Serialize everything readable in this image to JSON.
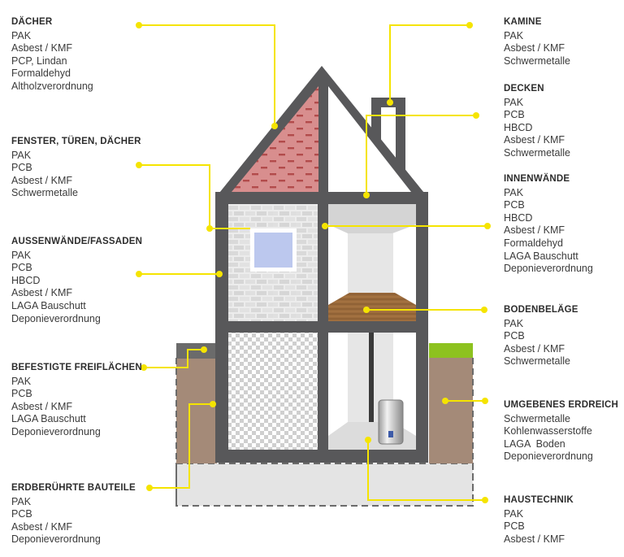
{
  "colors": {
    "connector": "#f5e400",
    "frame": "#58585a",
    "roof_tiles": "#d88e8e",
    "roof_stripe": "#b24b4b",
    "soil": "#a48a78",
    "grass": "#8dc21f",
    "floor_wood": "#9b6b3c",
    "window": "#bcc8ee",
    "brick": "#e8e8e8",
    "foundation": "#e4e4e4"
  },
  "groups": [
    {
      "key": "daecher",
      "title": "DÄCHER",
      "items": [
        "PAK",
        "Asbest / KMF",
        "PCP, Lindan",
        "Formaldehyd",
        "Altholzverordnung"
      ]
    },
    {
      "key": "fenster",
      "title": "FENSTER, TÜREN, DÄCHER",
      "items": [
        "PAK",
        "PCB",
        "Asbest / KMF",
        "Schwermetalle"
      ]
    },
    {
      "key": "aussenwaende",
      "title": "AUSSENWÄNDE/FASSADEN",
      "items": [
        "PAK",
        "PCB",
        "HBCD",
        "Asbest / KMF",
        "LAGA Bauschutt",
        "Deponieverordnung"
      ]
    },
    {
      "key": "freiflaechen",
      "title": "BEFESTIGTE FREIFLÄCHEN",
      "items": [
        "PAK",
        "PCB",
        "Asbest / KMF",
        "LAGA Bauschutt",
        "Deponieverordnung"
      ]
    },
    {
      "key": "erdberuehrt",
      "title": "ERDBERÜHRTE BAUTEILE",
      "items": [
        "PAK",
        "PCB",
        "Asbest / KMF",
        "Deponieverordnung"
      ]
    },
    {
      "key": "kamine",
      "title": "KAMINE",
      "items": [
        "PAK",
        "Asbest / KMF",
        "Schwermetalle"
      ]
    },
    {
      "key": "decken",
      "title": "DECKEN",
      "items": [
        "PAK",
        "PCB",
        "HBCD",
        "Asbest / KMF",
        "Schwermetalle"
      ]
    },
    {
      "key": "innenwaende",
      "title": "INNENWÄNDE",
      "items": [
        "PAK",
        "PCB",
        "HBCD",
        "Asbest / KMF",
        "Formaldehyd",
        "LAGA Bauschutt",
        "Deponieverordnung"
      ]
    },
    {
      "key": "bodenbelaege",
      "title": "BODENBELÄGE",
      "items": [
        "PAK",
        "PCB",
        "Asbest / KMF",
        "Schwermetalle"
      ]
    },
    {
      "key": "erdreich",
      "title": "UMGEBENES ERDREICH",
      "items": [
        "Schwermetalle",
        "Kohlenwasserstoffe",
        "LAGA  Boden",
        "Deponieverordnung"
      ]
    },
    {
      "key": "haustechnik",
      "title": "HAUSTECHNIK",
      "items": [
        "PAK",
        "PCB",
        "Asbest / KMF"
      ]
    }
  ]
}
